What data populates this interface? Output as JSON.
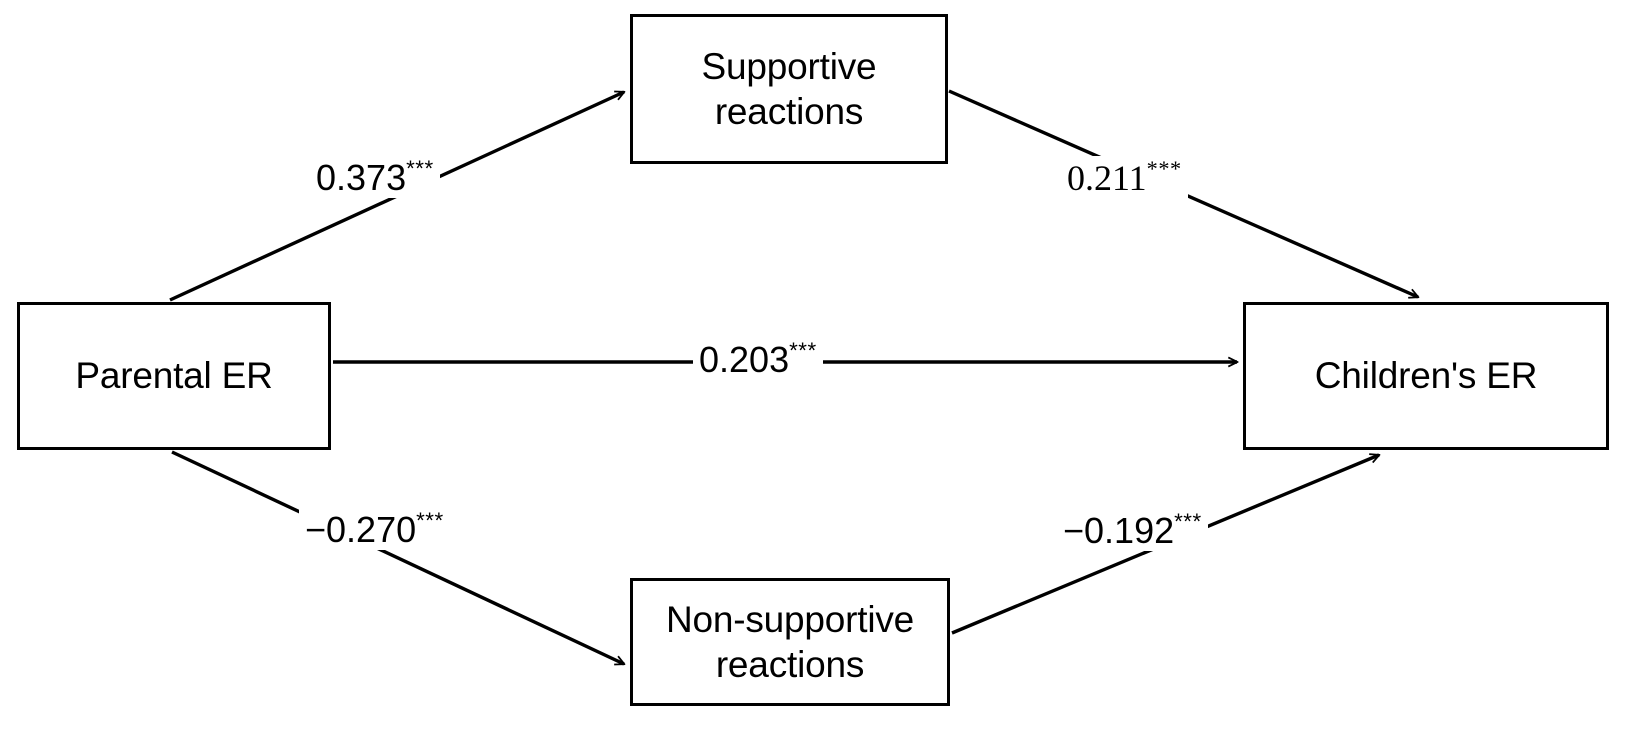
{
  "diagram": {
    "title": "Parental emotion regulation mediation path model",
    "type": "path-diagram",
    "background_color": "#ffffff",
    "line_color": "#000000",
    "nodes": [
      {
        "id": "parental-er",
        "label": "Parental ER"
      },
      {
        "id": "supportive",
        "label": "Supportive\nreactions"
      },
      {
        "id": "nonsupportive",
        "label": "Non-supportive\nreactions"
      },
      {
        "id": "children-er",
        "label": "Children's ER"
      }
    ],
    "paths": [
      {
        "id": "a1",
        "from": "parental-er",
        "to": "supportive",
        "coefficient": "0.373",
        "significance": "***",
        "label": "0.373***"
      },
      {
        "id": "b1",
        "from": "supportive",
        "to": "children-er",
        "coefficient": "0.211",
        "significance": "***",
        "label": "0.211***"
      },
      {
        "id": "c",
        "from": "parental-er",
        "to": "children-er",
        "coefficient": "0.203",
        "significance": "***",
        "label": "0.203***"
      },
      {
        "id": "a2",
        "from": "parental-er",
        "to": "nonsupportive",
        "coefficient": "−0.270",
        "significance": "***",
        "label": "−0.270***"
      },
      {
        "id": "b2",
        "from": "nonsupportive",
        "to": "children-er",
        "coefficient": "−0.192",
        "significance": "***",
        "label": "−0.192***"
      }
    ]
  }
}
